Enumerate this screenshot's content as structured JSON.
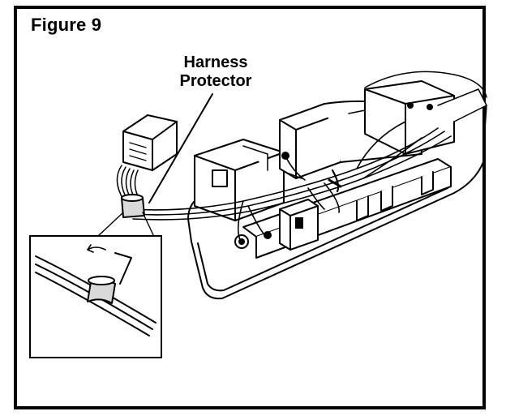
{
  "figure": {
    "title": "Figure 9",
    "callout": {
      "line1": "Harness",
      "line2": "Protector"
    }
  },
  "colors": {
    "ink": "#000000",
    "paper": "#ffffff",
    "shade": "#d9d9d9"
  }
}
